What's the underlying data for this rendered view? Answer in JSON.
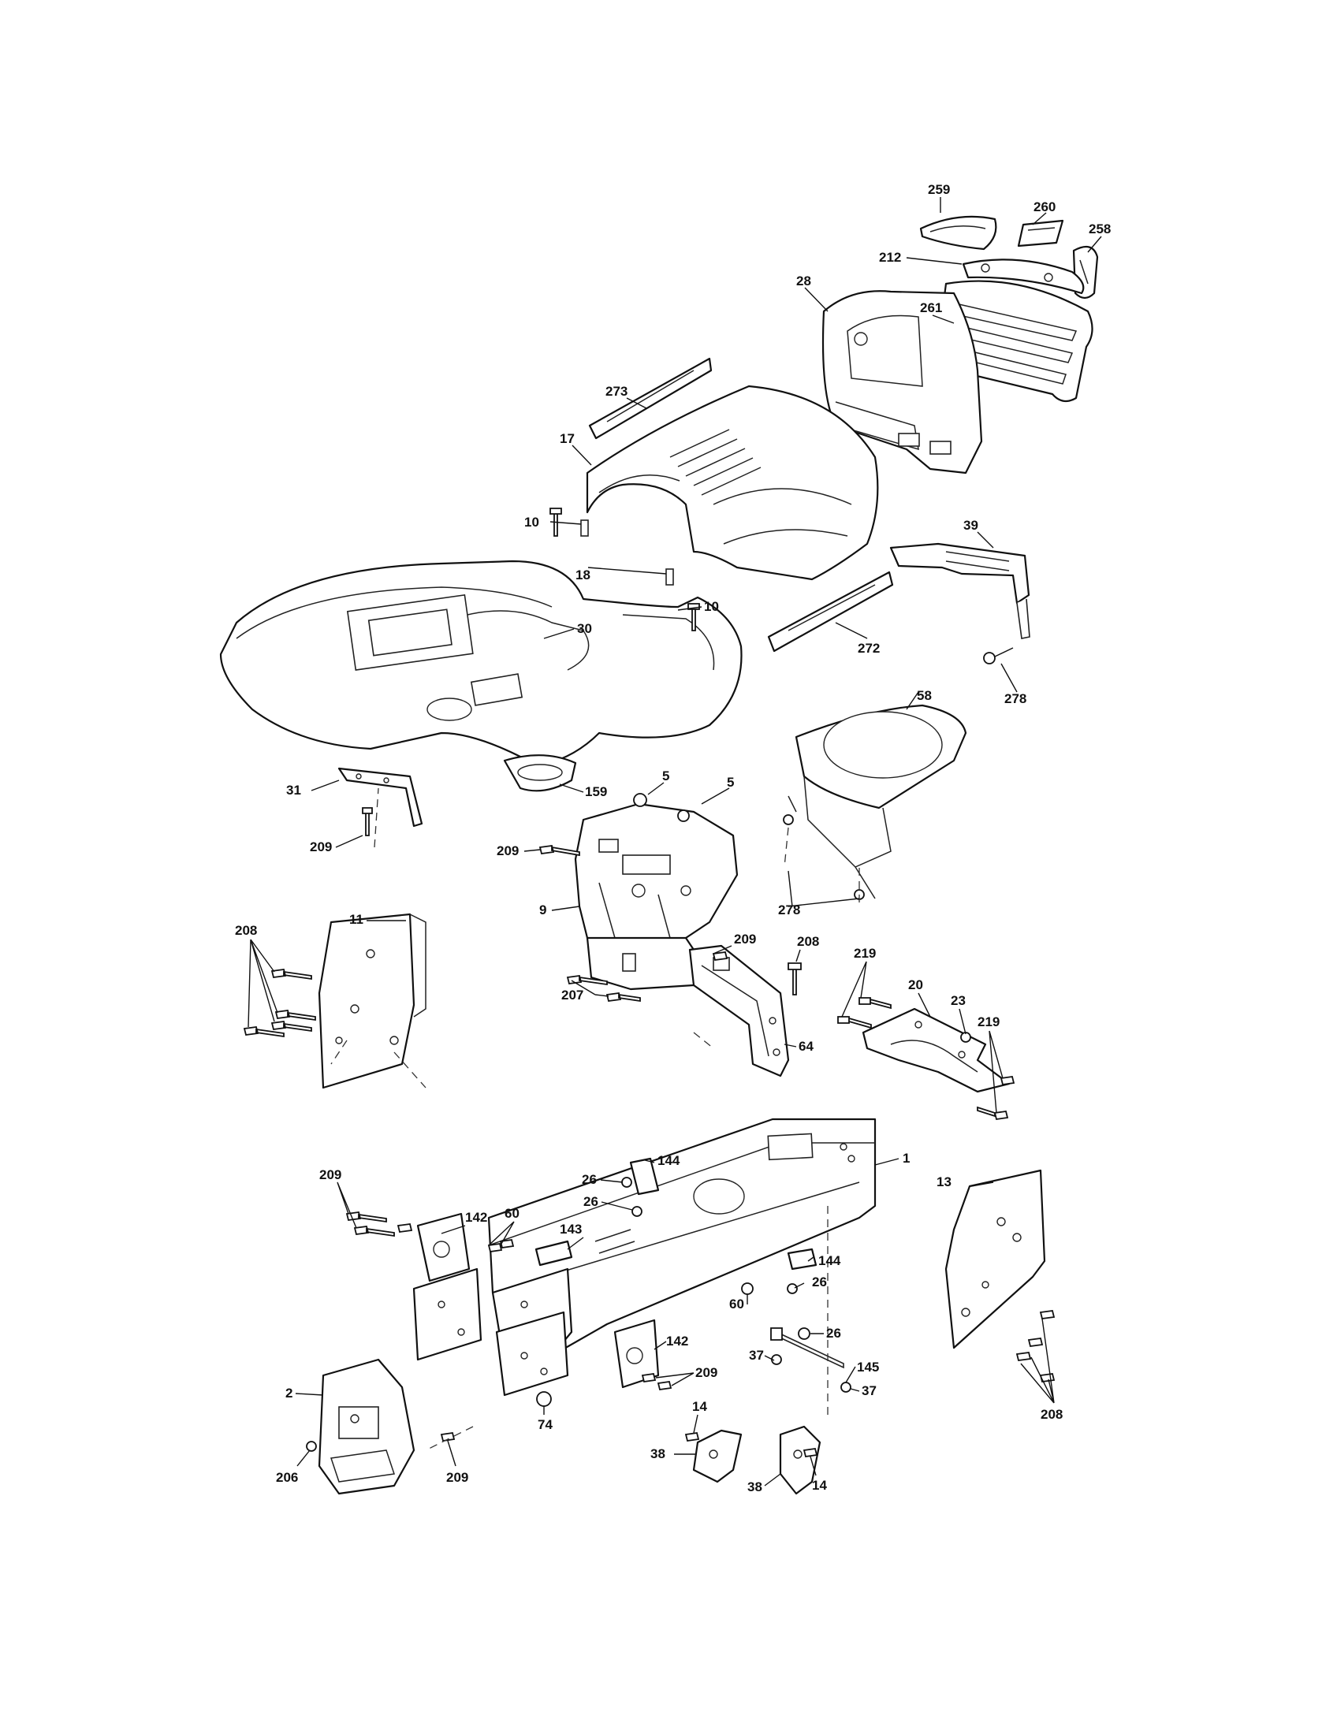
{
  "callouts": {
    "c259": "259",
    "c260": "260",
    "c258": "258",
    "c212": "212",
    "c28": "28",
    "c261": "261",
    "c273": "273",
    "c17": "17",
    "c10a": "10",
    "c18": "18",
    "c10b": "10",
    "c30": "30",
    "c272": "272",
    "c39": "39",
    "c278a": "278",
    "c58": "58",
    "c31": "31",
    "c209a": "209",
    "c159": "159",
    "c5a": "5",
    "c5b": "5",
    "c209b": "209",
    "c9": "9",
    "c278b": "278",
    "c208a": "208",
    "c11": "11",
    "c209c": "209",
    "c208b": "208",
    "c207": "207",
    "c64": "64",
    "c219a": "219",
    "c20": "20",
    "c23": "23",
    "c219b": "219",
    "c1": "1",
    "c144a": "144",
    "c26a": "26",
    "c26b": "26",
    "c209d": "209",
    "c60a": "60",
    "c142a": "142",
    "c143": "143",
    "c13": "13",
    "c144b": "144",
    "c26c": "26",
    "c60b": "60",
    "c26d": "26",
    "c142b": "142",
    "c209e": "209",
    "c37a": "37",
    "c145": "145",
    "c37b": "37",
    "c2": "2",
    "c74": "74",
    "c14a": "14",
    "c38a": "38",
    "c38b": "38",
    "c14b": "14",
    "c206": "206",
    "c209f": "209",
    "c208c": "208"
  }
}
